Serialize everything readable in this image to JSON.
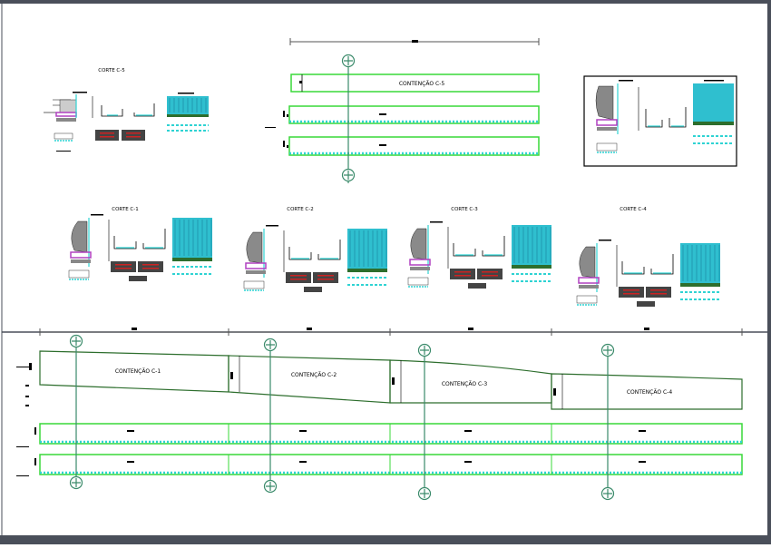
{
  "labels": {
    "corte_c5": "CORTE C-5",
    "contencao_c5": "CONTENÇÃO C-5",
    "corte_c1": "CORTE C-1",
    "corte_c2": "CORTE C-2",
    "corte_c3": "CORTE C-3",
    "corte_c4": "CORTE C-4",
    "contencao_c1": "CONTENÇÃO C-1",
    "contencao_c2": "CONTENÇÃO C-2",
    "contencao_c3": "CONTENÇÃO C-3",
    "contencao_c4": "CONTENÇÃO C-4"
  },
  "colors": {
    "frame": "#4a4f5a",
    "wall": "#2d6e2d",
    "green": "#39d939",
    "cyan": "#2fd3d3",
    "magenta": "#b040c0",
    "dark_block": "#444444",
    "red_bar": "#cc2222",
    "axis_marker": "#3a8a6a"
  }
}
